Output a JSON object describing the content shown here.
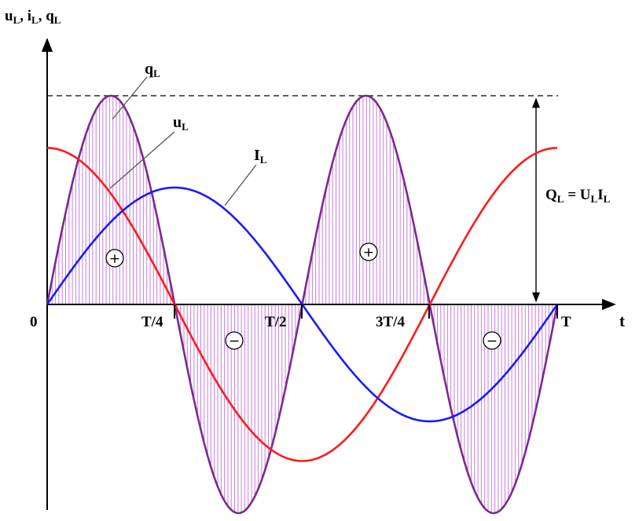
{
  "axes": {
    "y_label_parts": [
      "u",
      "L",
      ", i",
      "L",
      ",  q",
      "L"
    ],
    "x_label": "t",
    "origin": "0",
    "ticks": [
      "T/4",
      "T/2",
      "3T/4",
      "T"
    ]
  },
  "curves": {
    "q": {
      "label_parts": [
        "q",
        "L"
      ],
      "color": "#7b2a8f"
    },
    "u": {
      "label_parts": [
        "u",
        "L"
      ],
      "color": "#ff1a1a"
    },
    "i": {
      "label_parts": [
        "I",
        "L"
      ],
      "color": "#1a1aff"
    }
  },
  "annotation": {
    "formula_parts": [
      "Q",
      "L",
      " = U",
      "L",
      "I",
      "L"
    ]
  },
  "signs": {
    "positive": "+",
    "negative": "−"
  },
  "colors": {
    "hatch": "#c77ee0",
    "axis": "#000000",
    "dashed": "#000000"
  },
  "chart_data": {
    "type": "line",
    "x_period": "T",
    "series": [
      {
        "name": "qL",
        "shape": "sin(2·ωt)",
        "amplitude": 1.0
      },
      {
        "name": "uL",
        "shape": "cos(ωt)",
        "amplitude": 0.75
      },
      {
        "name": "IL",
        "shape": "sin(ωt)",
        "amplitude": 0.56
      }
    ]
  }
}
